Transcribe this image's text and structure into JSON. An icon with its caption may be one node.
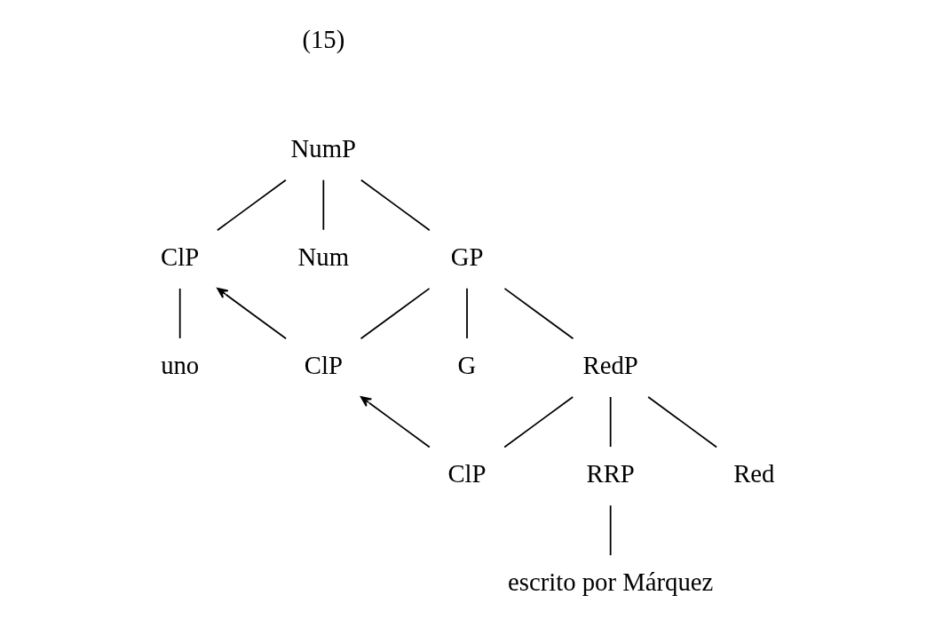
{
  "diagram": {
    "nodes": [
      {
        "text": [
          "NumP"
        ]
      },
      {
        "text": [
          "ClP"
        ]
      },
      {
        "text": [
          "Num"
        ]
      },
      {
        "text": [
          "GP"
        ]
      },
      {
        "text": [
          "uno"
        ]
      },
      {
        "text": [
          "ClP"
        ]
      },
      {
        "text": [
          "G"
        ]
      },
      {
        "text": [
          "RedP"
        ]
      },
      {
        "text": [
          "RRP"
        ]
      },
      {
        "text": [
          "Red"
        ]
      },
      {
        "text": [
          "ClP"
        ]
      },
      {
        "text": [
          "escrito por Márquez"
        ]
      }
    ],
    "edges": [
      {
        "from": 0,
        "to": 1,
        "arrow": "none"
      },
      {
        "from": 0,
        "to": 2,
        "arrow": "none"
      },
      {
        "from": 0,
        "to": 3,
        "arrow": "none"
      },
      {
        "from": 1,
        "to": 4,
        "arrow": "none"
      },
      {
        "from": 3,
        "to": 5,
        "arrow": "none"
      },
      {
        "from": 3,
        "to": 6,
        "arrow": "none"
      },
      {
        "from": 3,
        "to": 7,
        "arrow": "none"
      },
      {
        "from": 7,
        "to": 8,
        "arrow": "none"
      },
      {
        "from": 7,
        "to": 9,
        "arrow": "none"
      },
      {
        "from": 7,
        "to": 10,
        "arrow": "none"
      },
      {
        "from": 8,
        "to": 11,
        "arrow": "none"
      },
      {
        "from": 5,
        "to": 1,
        "arrow": "to"
      },
      {
        "from": 10,
        "to": 5,
        "arrow": "to"
      }
    ],
    "labels": [
      "(15)"
    ]
  }
}
